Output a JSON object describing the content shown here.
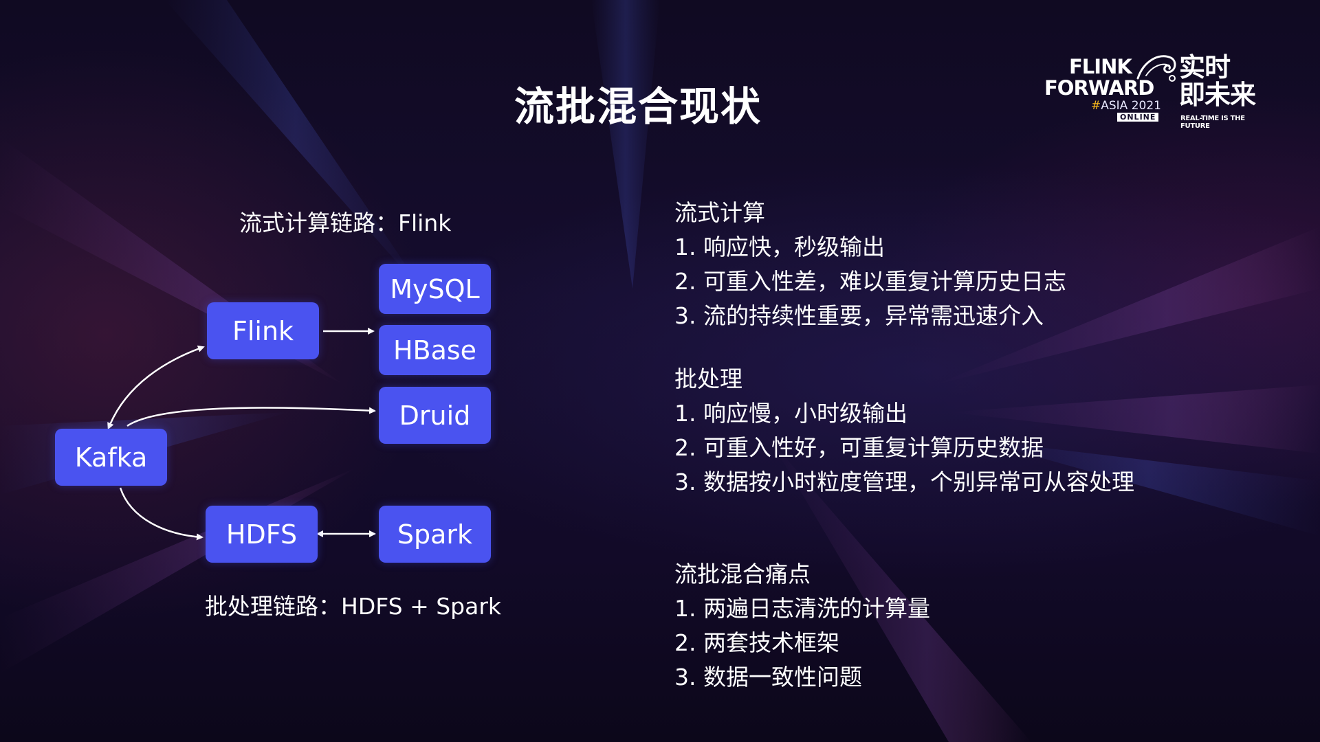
{
  "title": "流批混合现状",
  "logo": {
    "line1": "FLINK",
    "line2": "FORWARD",
    "event_hash": "#",
    "event": "ASIA 2021",
    "badge": "ONLINE",
    "cn_line1": "实时",
    "cn_line2": "即未来",
    "tagline": "REAL-TIME IS THE FUTURE"
  },
  "diagram": {
    "stream_caption": "流式计算链路：Flink",
    "batch_caption": "批处理链路：HDFS + Spark",
    "nodes": {
      "kafka": "Kafka",
      "flink": "Flink",
      "mysql": "MySQL",
      "hbase": "HBase",
      "druid": "Druid",
      "hdfs": "HDFS",
      "spark": "Spark"
    },
    "colors": {
      "node_fill": "#4a53f0",
      "arrow": "#ffffff"
    }
  },
  "sections": [
    {
      "heading": "流式计算",
      "items": [
        "1. 响应快，秒级输出",
        "2. 可重入性差，难以重复计算历史日志",
        "3. 流的持续性重要，异常需迅速介入"
      ]
    },
    {
      "heading": "批处理",
      "items": [
        "1. 响应慢，小时级输出",
        "2. 可重入性好，可重复计算历史数据",
        "3. 数据按小时粒度管理，个别异常可从容处理"
      ]
    },
    {
      "heading": "流批混合痛点",
      "items": [
        "1. 两遍日志清洗的计算量",
        "2. 两套技术框架",
        "3. 数据一致性问题"
      ]
    }
  ]
}
